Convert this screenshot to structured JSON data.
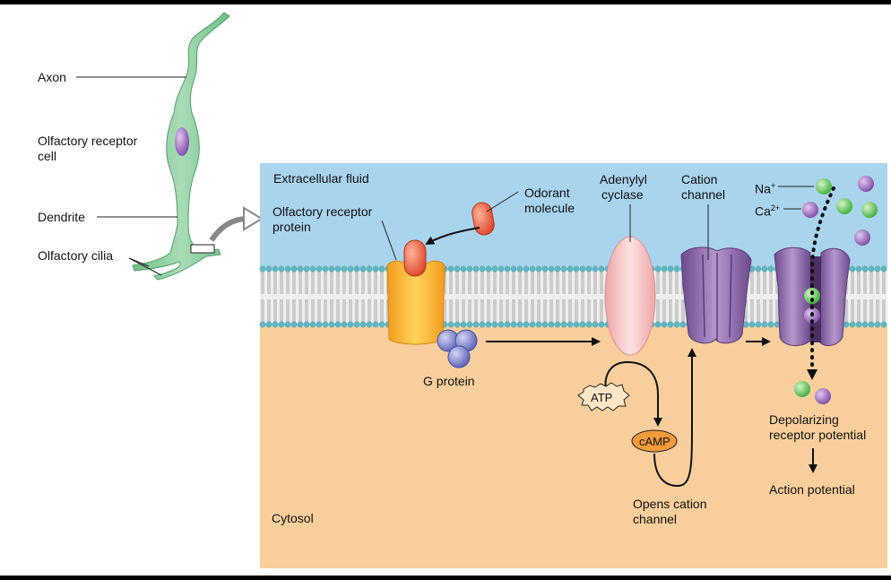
{
  "cell_labels": {
    "axon": "Axon",
    "receptor_cell_line1": "Olfactory receptor",
    "receptor_cell_line2": "cell",
    "dendrite": "Dendrite",
    "cilia": "Olfactory cilia"
  },
  "panel": {
    "extracellular": "Extracellular fluid",
    "cytosol": "Cytosol",
    "receptor_protein_line1": "Olfactory receptor",
    "receptor_protein_line2": "protein",
    "odorant_line1": "Odorant",
    "odorant_line2": "molecule",
    "adenylyl_line1": "Adenylyl",
    "adenylyl_line2": "cyclase",
    "cation_line1": "Cation",
    "cation_line2": "channel",
    "na": "Na",
    "na_charge": "+",
    "ca": "Ca",
    "ca_charge": "2+",
    "g_protein": "G protein",
    "atp": "ATP",
    "camp": "cAMP",
    "opens_line1": "Opens cation",
    "opens_line2": "channel",
    "depol_line1": "Depolarizing",
    "depol_line2": "receptor potential",
    "action_potential": "Action potential"
  },
  "colors": {
    "background": "#000000",
    "canvas": "#ffffff",
    "extracellular": "#a9d4ee",
    "cytosol": "#f8cf9c",
    "membrane_head": "#5fb7c2",
    "neuron": "#8ecfa0",
    "receptor": "#f5b52a",
    "odorant": "#e85a3a",
    "g_protein": "#7f86cf",
    "adenylyl": "#f6c2c2",
    "channel": "#8f6aa8",
    "na_ion": "#6ecf5e",
    "ca_ion": "#9a6cc4",
    "camp_capsule": "#f39a3a"
  }
}
